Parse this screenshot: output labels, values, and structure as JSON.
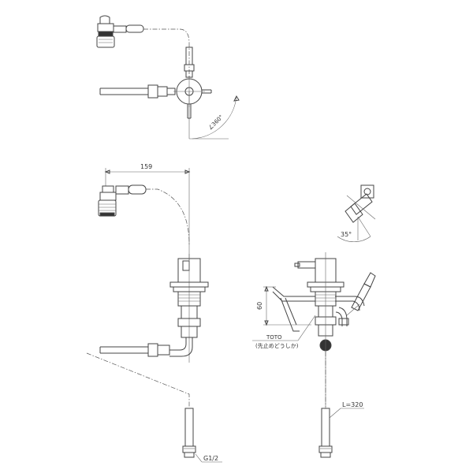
{
  "labels": {
    "dim_width": "159",
    "dim_rotate_top": "∠360°",
    "dim_spout_angle": "35°",
    "dim_height": "60",
    "maker_name": "TOTO",
    "maker_sub": "(先止めどうしか)",
    "dim_length": "L=320",
    "thread_spec": "G1/2"
  }
}
